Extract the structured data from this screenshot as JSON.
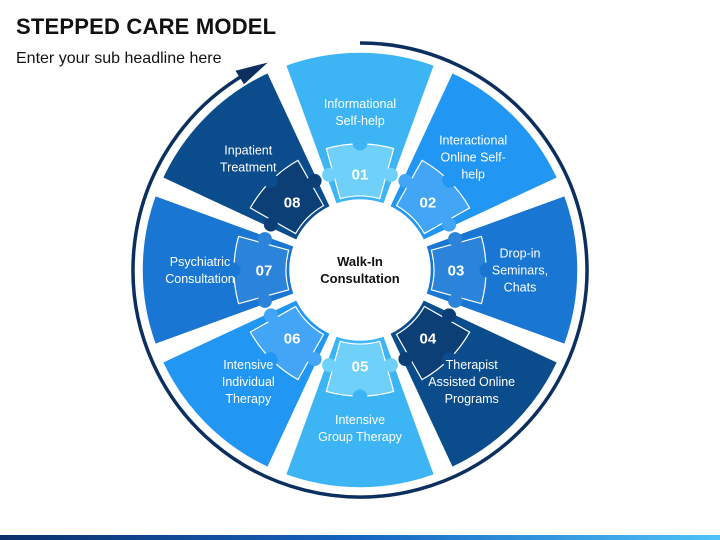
{
  "title": "STEPPED CARE MODEL",
  "subtitle": "Enter your sub headline here",
  "center": [
    "Walk-In",
    "Consultation"
  ],
  "colors": {
    "segments": [
      "#3db5f5",
      "#2196f3",
      "#1976d2",
      "#0b4c8c",
      "#3db5f5",
      "#2196f3",
      "#1976d2",
      "#0b4c8c"
    ],
    "puzzles": [
      "#6fd0fa",
      "#42a5f5",
      "#2b84d9",
      "#0d3f77",
      "#6fd0fa",
      "#42a5f5",
      "#2b84d9",
      "#0d3f77"
    ],
    "outer_arrow": "#0b2f5e"
  },
  "segments": [
    {
      "number": "01",
      "label": [
        "Informational",
        "Self-help"
      ]
    },
    {
      "number": "02",
      "label": [
        "Interactional",
        "Online Self-",
        "help"
      ]
    },
    {
      "number": "03",
      "label": [
        "Drop-in",
        "Seminars,",
        "Chats"
      ]
    },
    {
      "number": "04",
      "label": [
        "Therapist",
        "Assisted Online",
        "Programs"
      ]
    },
    {
      "number": "05",
      "label": [
        "Intensive",
        "Group Therapy"
      ]
    },
    {
      "number": "06",
      "label": [
        "Intensive",
        "Individual",
        "Therapy"
      ]
    },
    {
      "number": "07",
      "label": [
        "Psychiatric",
        "Consultation"
      ]
    },
    {
      "number": "08",
      "label": [
        "Inpatient",
        "Treatment"
      ]
    }
  ]
}
